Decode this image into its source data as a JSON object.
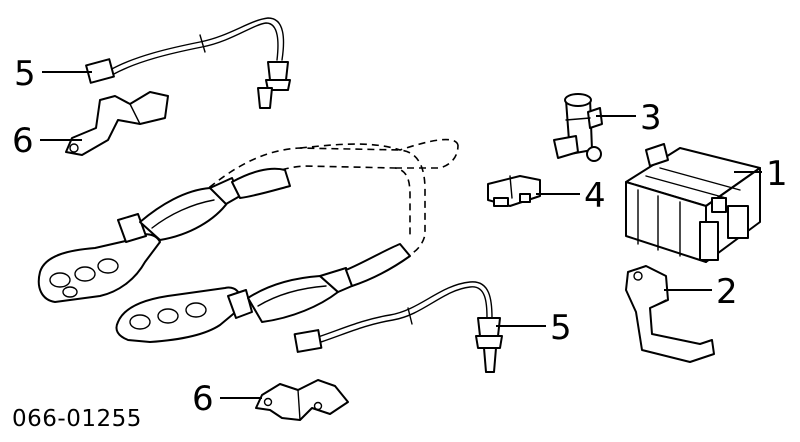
{
  "callouts": {
    "c1": "1",
    "c2": "2",
    "c3": "3",
    "c4": "4",
    "c5_top": "5",
    "c5_bottom": "5",
    "c6_top": "6",
    "c6_bottom": "6"
  },
  "diagram_code": "066-01255",
  "colors": {
    "line": "#000000",
    "background": "#ffffff"
  }
}
